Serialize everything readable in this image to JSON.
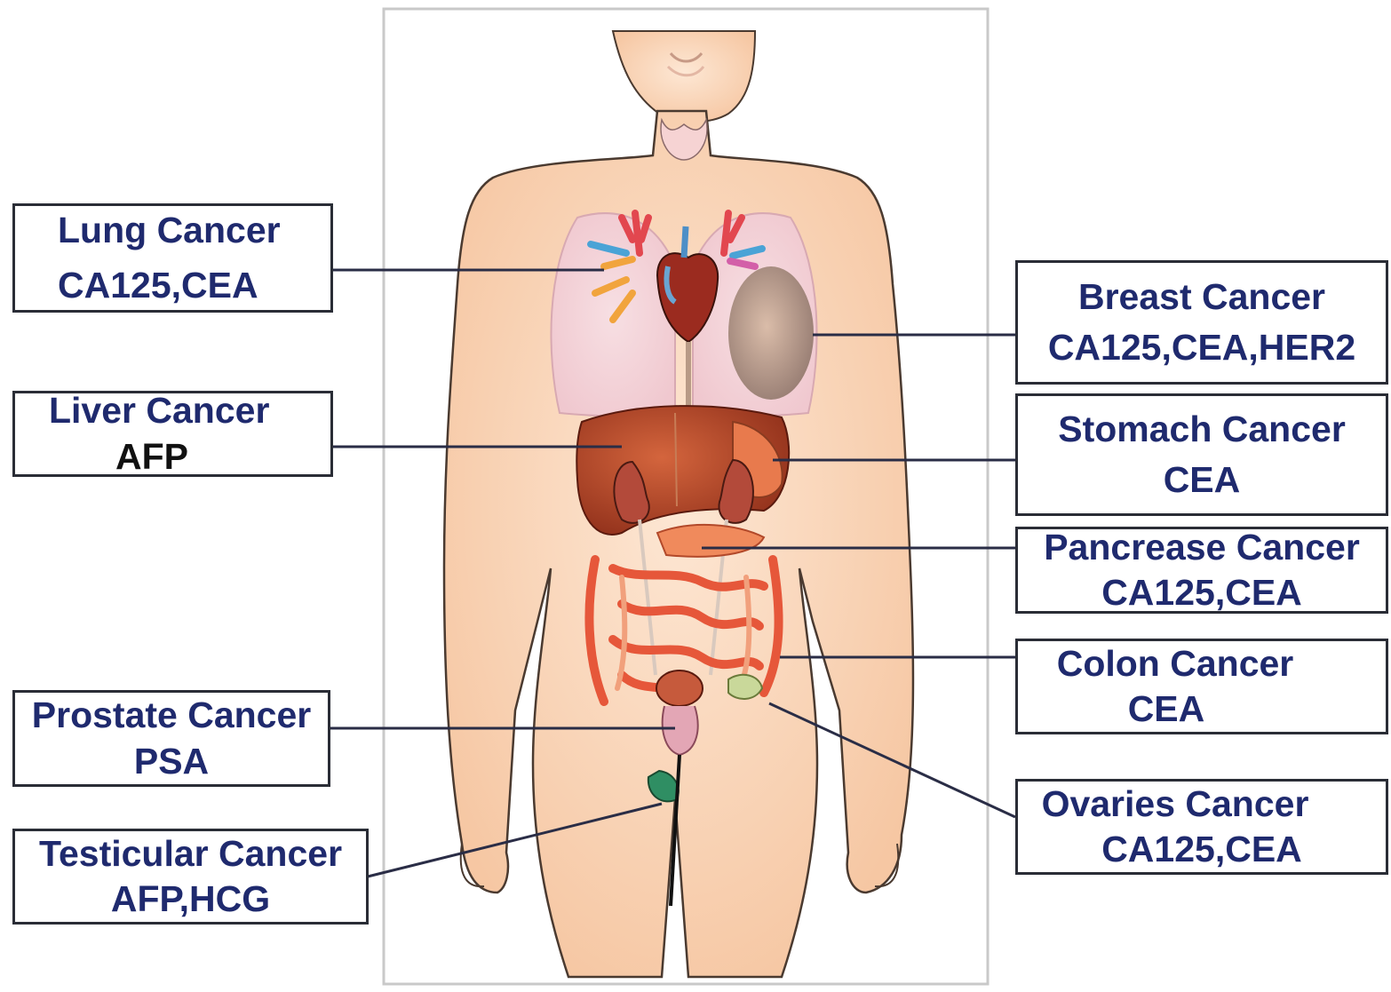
{
  "colors": {
    "label_text": "#1f2a6e",
    "marker_text_dark": "#111111",
    "leader_line": "#2a2d46",
    "box_border": "#2a2d36",
    "skin": "#f7d0b0",
    "skin_outline": "#4a3a30"
  },
  "labels": {
    "lung": {
      "name": "Lung Cancer",
      "markers": "CA125,CEA"
    },
    "liver": {
      "name": "Liver Cancer",
      "markers": "AFP"
    },
    "prostate": {
      "name": "Prostate Cancer",
      "markers": "PSA"
    },
    "testicular": {
      "name": "Testicular Cancer",
      "markers": "AFP,HCG"
    },
    "breast": {
      "name": "Breast Cancer",
      "markers": "CA125,CEA,HER2"
    },
    "stomach": {
      "name": "Stomach Cancer",
      "markers": "CEA"
    },
    "pancreas": {
      "name": "Pancrease Cancer",
      "markers": "CA125,CEA"
    },
    "colon": {
      "name": "Colon Cancer",
      "markers": "CEA"
    },
    "ovaries": {
      "name": "Ovaries Cancer",
      "markers": "CA125,CEA"
    }
  }
}
